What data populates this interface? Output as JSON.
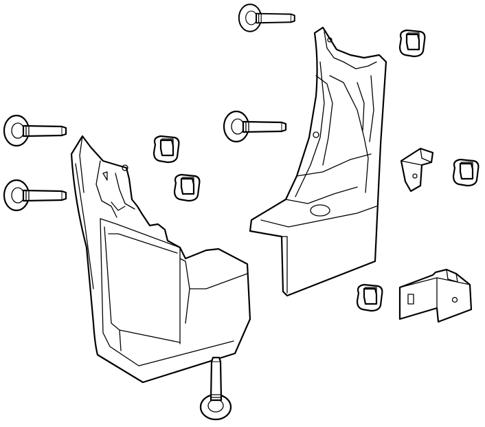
{
  "diagram": {
    "type": "exploded-parts-view",
    "parts": [
      {
        "name": "front-mud-guard",
        "count": 1
      },
      {
        "name": "rear-mud-guard",
        "count": 1
      },
      {
        "name": "bolt",
        "count": 5
      },
      {
        "name": "clip-nut",
        "count": 5
      },
      {
        "name": "mounting-bracket",
        "count": 2
      }
    ],
    "colors": {
      "line": "#000000",
      "fill": "#ffffff",
      "background": "#ffffff"
    }
  }
}
